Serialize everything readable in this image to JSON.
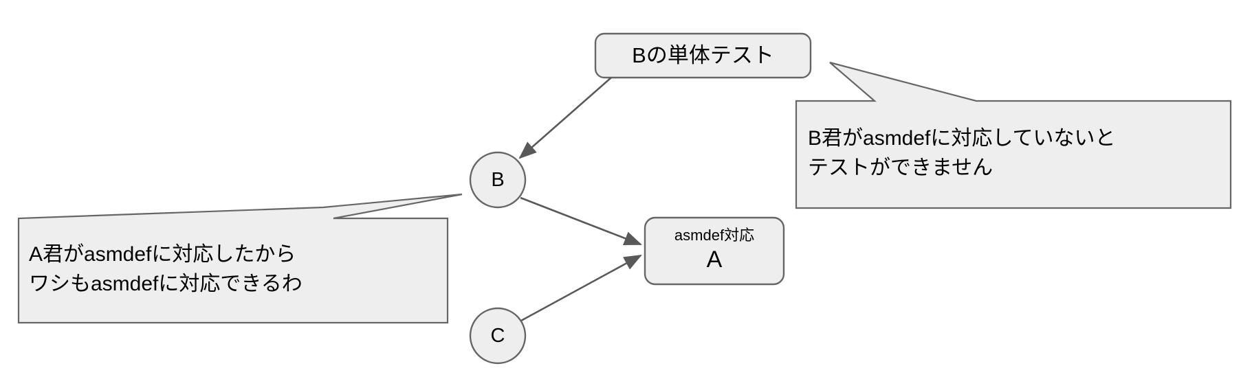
{
  "diagram": {
    "type": "dependency-callout-diagram",
    "background_color": "#ffffff",
    "shape_fill": "#eeeeee",
    "shape_stroke": "#666666",
    "arrow_color": "#595959",
    "text_color": "#000000",
    "nodes": [
      {
        "id": "node-b",
        "label": "B",
        "shape": "circle"
      },
      {
        "id": "node-c",
        "label": "C",
        "shape": "circle"
      },
      {
        "id": "node-a",
        "label_top": "asmdef対応",
        "label_main": "A",
        "shape": "rounded-rect"
      },
      {
        "id": "test-box",
        "label": "Bの単体テスト",
        "shape": "rounded-rect"
      }
    ],
    "callouts": [
      {
        "id": "callout-left",
        "lines": [
          "A君がasmdefに対応したから",
          "ワシもasmdefに対応できるわ"
        ],
        "points_to": "node-b"
      },
      {
        "id": "callout-right",
        "lines": [
          "B君がasmdefに対応していないと",
          "テストができません"
        ],
        "points_to": "test-box"
      }
    ],
    "edges": [
      {
        "from": "test-box",
        "to": "node-b"
      },
      {
        "from": "node-b",
        "to": "node-a"
      },
      {
        "from": "node-c",
        "to": "node-a"
      }
    ]
  }
}
